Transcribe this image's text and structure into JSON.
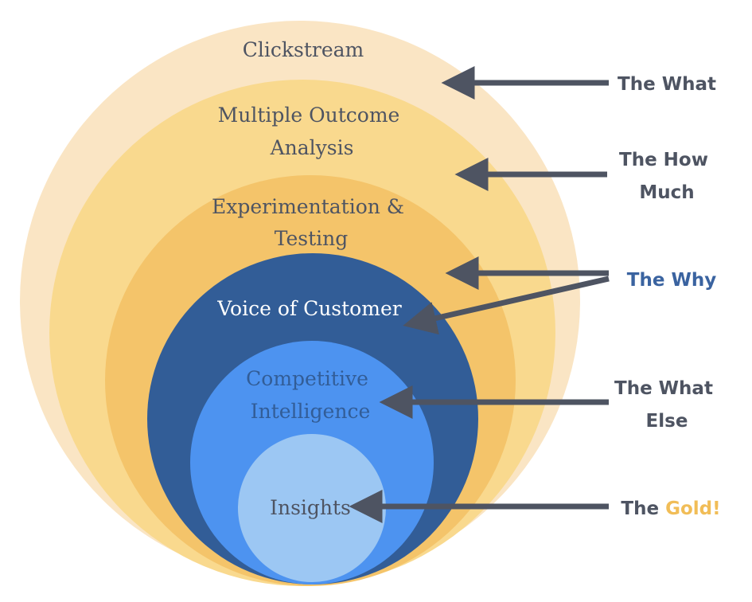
{
  "colors": {
    "ring1": "#fae5c4",
    "ring2": "#f9d98e",
    "ring3": "#f4c46a",
    "ring4": "#325d97",
    "ring5": "#4d93f0",
    "ring6": "#9cc7f3",
    "arrow": "#4e5462",
    "dark_text": "#4e5462",
    "why_text": "#3a63a0",
    "gold_text": "#f1bd57",
    "light_text": "#ffffff"
  },
  "rings": [
    {
      "id": "clickstream",
      "lines": [
        "Clickstream"
      ]
    },
    {
      "id": "multiple-outcome-analysis",
      "lines": [
        "Multiple Outcome",
        "Analysis"
      ]
    },
    {
      "id": "experimentation-testing",
      "lines": [
        "Experimentation &",
        "Testing"
      ]
    },
    {
      "id": "voice-of-customer",
      "lines": [
        "Voice of Customer"
      ]
    },
    {
      "id": "competitive-intelligence",
      "lines": [
        "Competitive",
        "Intelligence"
      ]
    },
    {
      "id": "insights",
      "lines": [
        "Insights"
      ]
    }
  ],
  "side_labels": {
    "what": [
      "The What"
    ],
    "how_much": [
      "The How",
      "Much"
    ],
    "why": [
      "The Why"
    ],
    "what_else": [
      "The What",
      "Else"
    ],
    "gold_prefix": "The ",
    "gold_word": "Gold!"
  }
}
